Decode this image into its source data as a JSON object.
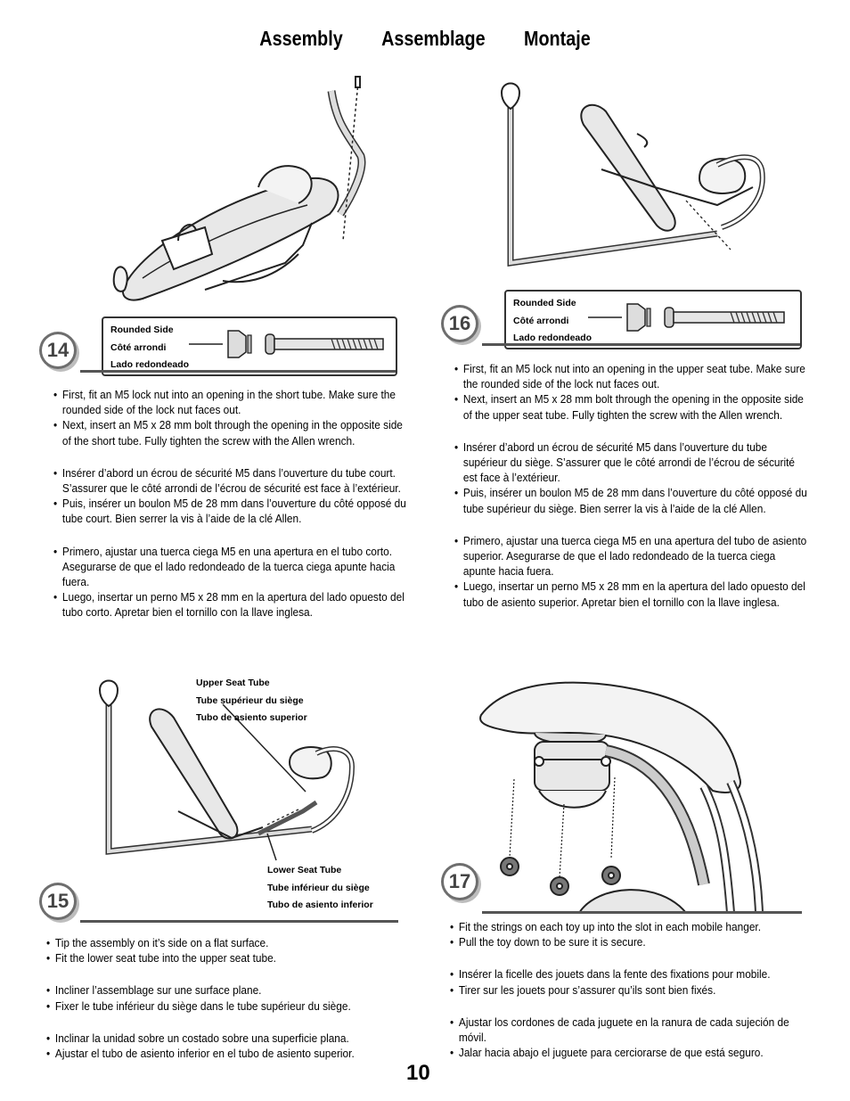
{
  "header": {
    "title_en": "Assembly",
    "title_fr": "Assemblage",
    "title_es": "Montaje"
  },
  "steps": [
    {
      "number": "14",
      "callout": {
        "en": "Rounded Side",
        "fr": "Côté arrondi",
        "es": "Lado redondeado"
      },
      "en": [
        "First, fit an M5 lock nut into an opening in the short tube. Make sure the rounded side of the lock nut faces out.",
        "Next, insert an M5 x 28 mm bolt through the opening in the opposite side of the short tube. Fully tighten the screw with the Allen wrench."
      ],
      "fr": [
        "Insérer d’abord un écrou de sécurité M5 dans l’ouverture du tube court. S’assurer que le côté arrondi de l’écrou de sécurité est face à l’extérieur.",
        "Puis, insérer un boulon M5 de 28 mm dans l’ouverture du côté opposé du tube court. Bien serrer la vis à l’aide de la clé Allen."
      ],
      "es": [
        "Primero, ajustar una tuerca ciega M5 en una apertura en el tubo corto. Asegurarse de que el lado redondeado de la tuerca ciega apunte hacia fuera.",
        "Luego, insertar un perno M5 x 28 mm en la apertura del lado opuesto del tubo corto. Apretar bien el tornillo con la llave inglesa."
      ]
    },
    {
      "number": "15",
      "labels_upper": {
        "en": "Upper Seat Tube",
        "fr": "Tube supérieur du siège",
        "es": "Tubo de asiento superior"
      },
      "labels_lower": {
        "en": "Lower Seat Tube",
        "fr": "Tube inférieur du siège",
        "es": "Tubo de asiento inferior"
      },
      "en": [
        "Tip the assembly on it’s side on a flat surface.",
        "Fit the lower seat tube into the upper seat tube."
      ],
      "fr": [
        "Incliner l’assemblage sur une surface plane.",
        "Fixer le tube inférieur du siège dans le tube supérieur du siège."
      ],
      "es": [
        "Inclinar la unidad sobre un costado sobre una superficie plana.",
        "Ajustar el tubo de asiento inferior en el tubo de asiento superior."
      ]
    },
    {
      "number": "16",
      "callout": {
        "en": "Rounded Side",
        "fr": "Côté arrondi",
        "es": "Lado redondeado"
      },
      "en": [
        "First, fit an M5 lock nut into an opening in the upper seat tube. Make sure the rounded side of the lock nut faces out.",
        "Next, insert an M5 x 28 mm bolt through the opening in the opposite side of the upper seat tube. Fully tighten the screw with the Allen wrench."
      ],
      "fr": [
        "Insérer d’abord un écrou de sécurité M5 dans l’ouverture du tube supérieur du siège. S’assurer que le côté arrondi de l’écrou de sécurité est face à l’extérieur.",
        "Puis, insérer un boulon M5 de 28 mm dans l’ouverture du côté opposé du tube supérieur du siège. Bien serrer la vis à l’aide de la clé Allen."
      ],
      "es": [
        "Primero, ajustar una tuerca ciega M5 en una apertura del tubo de asiento superior. Asegurarse de que el lado redondeado de la tuerca ciega apunte hacia fuera.",
        "Luego, insertar un perno M5 x 28 mm en la apertura del lado opuesto del tubo de asiento superior. Apretar bien el tornillo con la llave inglesa."
      ]
    },
    {
      "number": "17",
      "en": [
        "Fit the strings on each toy up into the slot in each mobile hanger.",
        "Pull the toy down to be sure it is secure."
      ],
      "fr": [
        "Insérer la ficelle des jouets dans la fente des fixations pour mobile.",
        "Tirer sur les jouets pour s’assurer qu’ils sont bien fixés."
      ],
      "es": [
        "Ajustar los cordones de cada juguete en la ranura de cada sujeción de móvil.",
        "Jalar hacia abajo el juguete para cerciorarse de que está seguro."
      ]
    }
  ],
  "footer": {
    "page_number": "10"
  }
}
